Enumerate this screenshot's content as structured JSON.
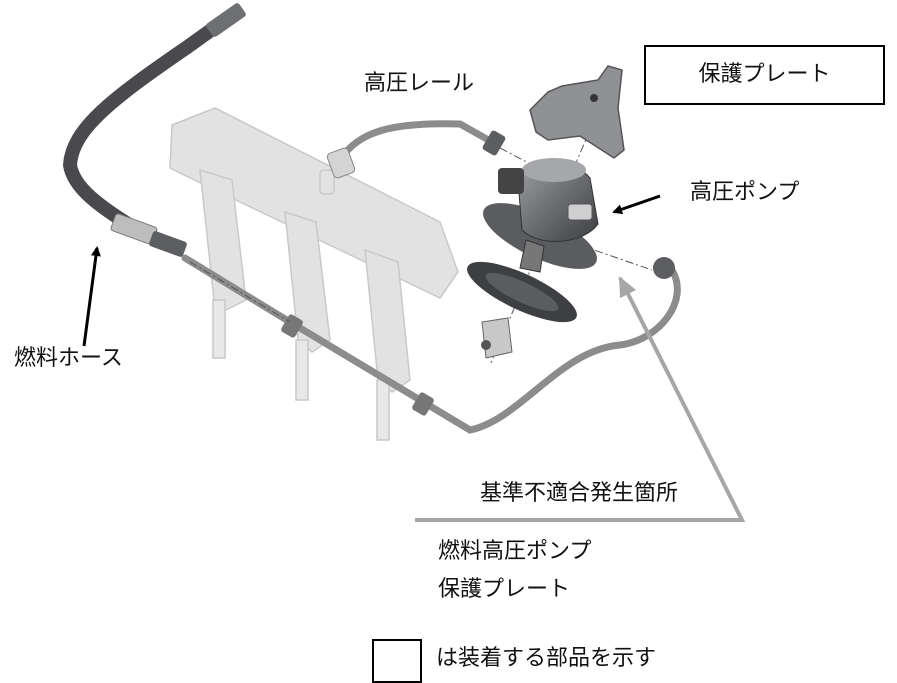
{
  "labels": {
    "high_pressure_rail": "高圧レール",
    "protection_plate_box": "保護プレート",
    "high_pressure_pump": "高圧ポンプ",
    "fuel_hose": "燃料ホース",
    "nonconformance_location": "基準不適合発生箇所",
    "component_line1": "燃料高圧ポンプ",
    "component_line2": "保護プレート",
    "legend_text": "は装着する部品を示す"
  },
  "colors": {
    "hose": "#4a4a4e",
    "pipe": "#8c8c8c",
    "pump_body": "#6d6f73",
    "rail_ghost": "#dedede",
    "callout_gray": "#a6a6a6"
  },
  "icons": {
    "arrow": "black-arrow-icon",
    "callout_arrow": "gray-arrow-icon"
  }
}
